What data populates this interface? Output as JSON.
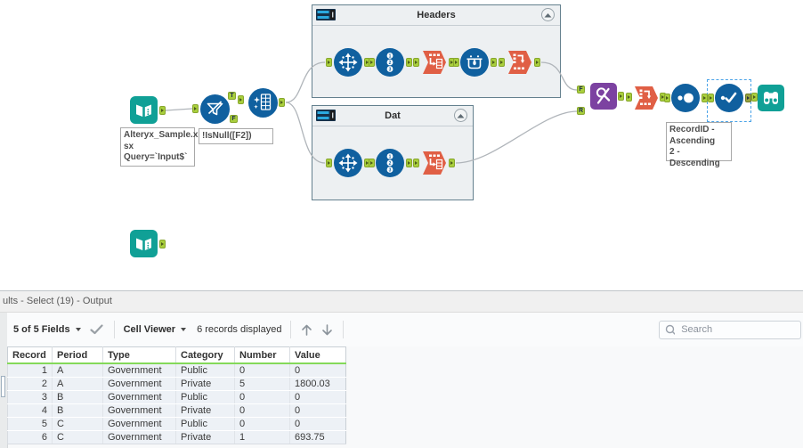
{
  "canvas": {
    "containers": [
      {
        "label": "Headers"
      },
      {
        "label": "Dat"
      }
    ],
    "tools": {
      "main_flow": [
        "input-data",
        "filter",
        "cleanse",
        "find-replace",
        "cross-tab",
        "sort",
        "select",
        "browse"
      ],
      "headers_container": [
        "select",
        "record-id",
        "transpose",
        "data-cleansing",
        "cross-tab"
      ],
      "dat_container": [
        "select",
        "record-id",
        "transpose"
      ],
      "standalone": [
        "input-data"
      ]
    },
    "annotations": {
      "input_lines": [
        "Alteryx_Sample.xl",
        "sx",
        "Query=`Input$`"
      ],
      "filter": "!IsNull([F2])",
      "sort_lines": [
        "RecordID -",
        "Ascending",
        "2 - Descending"
      ]
    },
    "anchor_labels": {
      "true_output": "T",
      "false_output": "F",
      "find_input": "F",
      "replace_input": "R"
    },
    "icon_glyphs": {
      "record_id": [
        "1",
        "2",
        "3"
      ]
    },
    "colors": {
      "tool_teal": "#10a096",
      "tool_blue": "#10609f",
      "tool_orange": "#e05f45",
      "tool_purple": "#7c42a1",
      "anchor_lime": "#a9cf3d",
      "selection_blue": "#4aa3e8",
      "container_bg": "#edf0f2",
      "wire_gray": "#b0b5ba",
      "header_underline_green": "#84d95a"
    }
  },
  "results_panel": {
    "title": "ults - Select (19) - Output",
    "toolbar": {
      "fields_dropdown": "5 of 5 Fields",
      "cell_viewer_dropdown": "Cell Viewer",
      "records_displayed": "6 records displayed",
      "search_placeholder": "Search"
    },
    "table": {
      "columns": [
        "Record",
        "Period",
        "Type",
        "Category",
        "Number",
        "Value"
      ],
      "rows": [
        [
          "1",
          "A",
          "Government",
          "Public",
          "0",
          "0"
        ],
        [
          "2",
          "A",
          "Government",
          "Private",
          "5",
          "1800.03"
        ],
        [
          "3",
          "B",
          "Government",
          "Public",
          "0",
          "0"
        ],
        [
          "4",
          "B",
          "Government",
          "Private",
          "0",
          "0"
        ],
        [
          "5",
          "C",
          "Government",
          "Public",
          "0",
          "0"
        ],
        [
          "6",
          "C",
          "Government",
          "Private",
          "1",
          "693.75"
        ]
      ]
    }
  }
}
